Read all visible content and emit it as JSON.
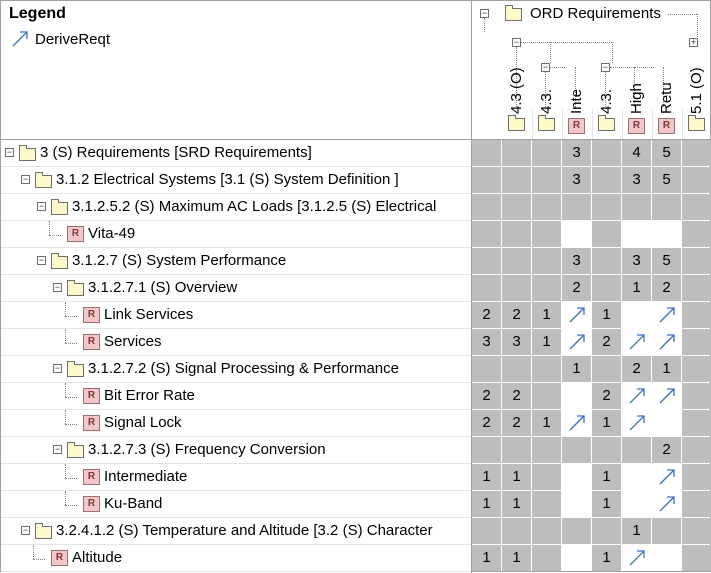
{
  "legend": {
    "title": "Legend",
    "item_label": "DeriveReqt",
    "arrow_color": "#3b6fc6"
  },
  "header": {
    "root_label": "ORD Requirements",
    "columns": [
      {
        "label": "4.3 (O)",
        "icon": "folder-icon"
      },
      {
        "label": "4.3.",
        "icon": "folder-icon"
      },
      {
        "label": "Inte",
        "icon": "requirement-icon"
      },
      {
        "label": "4.3.",
        "icon": "folder-icon"
      },
      {
        "label": "High",
        "icon": "requirement-icon"
      },
      {
        "label": "Retu",
        "icon": "requirement-icon"
      },
      {
        "label": "5.1 (O)",
        "icon": "folder-icon"
      }
    ]
  },
  "rows": [
    {
      "label": "3 (S) Requirements  [SRD Requirements]",
      "icon": "folder-icon",
      "depth": 0,
      "toggle": "minus",
      "cells": [
        "",
        "",
        "",
        "3",
        "",
        "4",
        "5",
        ""
      ],
      "shade": "ggggggggg"
    },
    {
      "label": "3.1.2 Electrical Systems [3.1 (S) System Definition ]",
      "icon": "folder-icon",
      "depth": 1,
      "toggle": "minus",
      "cells": [
        "",
        "",
        "",
        "3",
        "",
        "3",
        "5",
        ""
      ],
      "shade": "ggggggggg"
    },
    {
      "label": "3.1.2.5.2 (S) Maximum AC Loads [3.1.2.5 (S) Electrical",
      "icon": "folder-icon",
      "depth": 2,
      "toggle": "minus",
      "cells": [
        "",
        "",
        "",
        "",
        "",
        "",
        "",
        ""
      ],
      "shade": "ggggggggg"
    },
    {
      "label": "Vita-49",
      "icon": "requirement-icon",
      "depth": 3,
      "toggle": "none",
      "cells": [
        "",
        "",
        "",
        "",
        "",
        "",
        "",
        ""
      ],
      "shade": "gggwgwwgg"
    },
    {
      "label": "3.1.2.7 (S) System Performance",
      "icon": "folder-icon",
      "depth": 2,
      "toggle": "minus",
      "cells": [
        "",
        "",
        "",
        "3",
        "",
        "3",
        "5",
        ""
      ],
      "shade": "ggggggggg"
    },
    {
      "label": "3.1.2.7.1 (S) Overview",
      "icon": "folder-icon",
      "depth": 3,
      "toggle": "minus",
      "cells": [
        "",
        "",
        "",
        "2",
        "",
        "1",
        "2",
        ""
      ],
      "shade": "ggggggggg"
    },
    {
      "label": "Link Services",
      "icon": "requirement-icon",
      "depth": 4,
      "toggle": "none",
      "cells": [
        "2",
        "2",
        "1",
        "arrow",
        "1",
        "",
        "arrow",
        ""
      ],
      "shade": "gggwgwwgg"
    },
    {
      "label": "Services",
      "icon": "requirement-icon",
      "depth": 4,
      "toggle": "none",
      "cells": [
        "3",
        "3",
        "1",
        "arrow",
        "2",
        "arrow",
        "arrow",
        ""
      ],
      "shade": "gggwgwwgg"
    },
    {
      "label": "3.1.2.7.2 (S) Signal Processing & Performance",
      "icon": "folder-icon",
      "depth": 3,
      "toggle": "minus",
      "cells": [
        "",
        "",
        "",
        "1",
        "",
        "2",
        "1",
        ""
      ],
      "shade": "ggggggggg"
    },
    {
      "label": "Bit Error Rate",
      "icon": "requirement-icon",
      "depth": 4,
      "toggle": "none",
      "cells": [
        "2",
        "2",
        "",
        "",
        "2",
        "arrow",
        "arrow",
        ""
      ],
      "shade": "gggwgwwgg"
    },
    {
      "label": "Signal Lock",
      "icon": "requirement-icon",
      "depth": 4,
      "toggle": "none",
      "cells": [
        "2",
        "2",
        "1",
        "arrow",
        "1",
        "arrow",
        "",
        ""
      ],
      "shade": "gggwgwwgg"
    },
    {
      "label": "3.1.2.7.3 (S) Frequency Conversion",
      "icon": "folder-icon",
      "depth": 3,
      "toggle": "minus",
      "cells": [
        "",
        "",
        "",
        "",
        "",
        "",
        "2",
        ""
      ],
      "shade": "ggggggggg"
    },
    {
      "label": "Intermediate",
      "icon": "requirement-icon",
      "depth": 4,
      "toggle": "none",
      "cells": [
        "1",
        "1",
        "",
        "",
        "1",
        "",
        "arrow",
        ""
      ],
      "shade": "gggwgwwgg"
    },
    {
      "label": "Ku-Band",
      "icon": "requirement-icon",
      "depth": 4,
      "toggle": "none",
      "cells": [
        "1",
        "1",
        "",
        "",
        "1",
        "",
        "arrow",
        ""
      ],
      "shade": "gggwgwwgg"
    },
    {
      "label": "3.2.4.1.2 (S) Temperature and Altitude [3.2 (S) Character",
      "icon": "folder-icon",
      "depth": 1,
      "toggle": "minus",
      "cells": [
        "",
        "",
        "",
        "",
        "",
        "1",
        "",
        ""
      ],
      "shade": "ggggggggg"
    },
    {
      "label": "Altitude",
      "icon": "requirement-icon",
      "depth": 2,
      "toggle": "none",
      "cells": [
        "1",
        "1",
        "",
        "",
        "1",
        "arrow",
        "",
        ""
      ],
      "shade": "gggwgwwgg"
    }
  ]
}
